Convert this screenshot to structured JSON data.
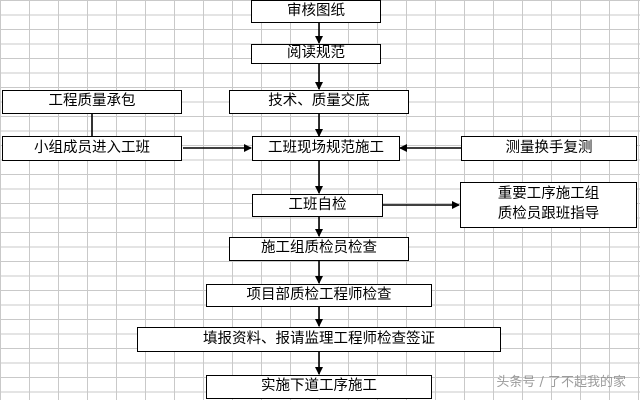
{
  "nodes": {
    "review_drawings": "审核图纸",
    "read_specs": "阅读规范",
    "tech_quality_briefing": "技术、质量交底",
    "quality_contract": "工程质量承包",
    "team_members_enter": "小组成员进入工班",
    "site_standard_construction": "工班现场规范施工",
    "measure_recheck": "测量换手复测",
    "team_self_check": "工班自检",
    "key_process_line1": "重要工序施工组",
    "key_process_line2": "质检员跟班指导",
    "group_inspector_check": "施工组质检员检查",
    "project_engineer_check": "项目部质检工程师检查",
    "report_supervisor": "填报资料、报请监理工程师检查签证",
    "next_process": "实施下道工序施工"
  },
  "watermark": "头条号 / 了不起我的家"
}
